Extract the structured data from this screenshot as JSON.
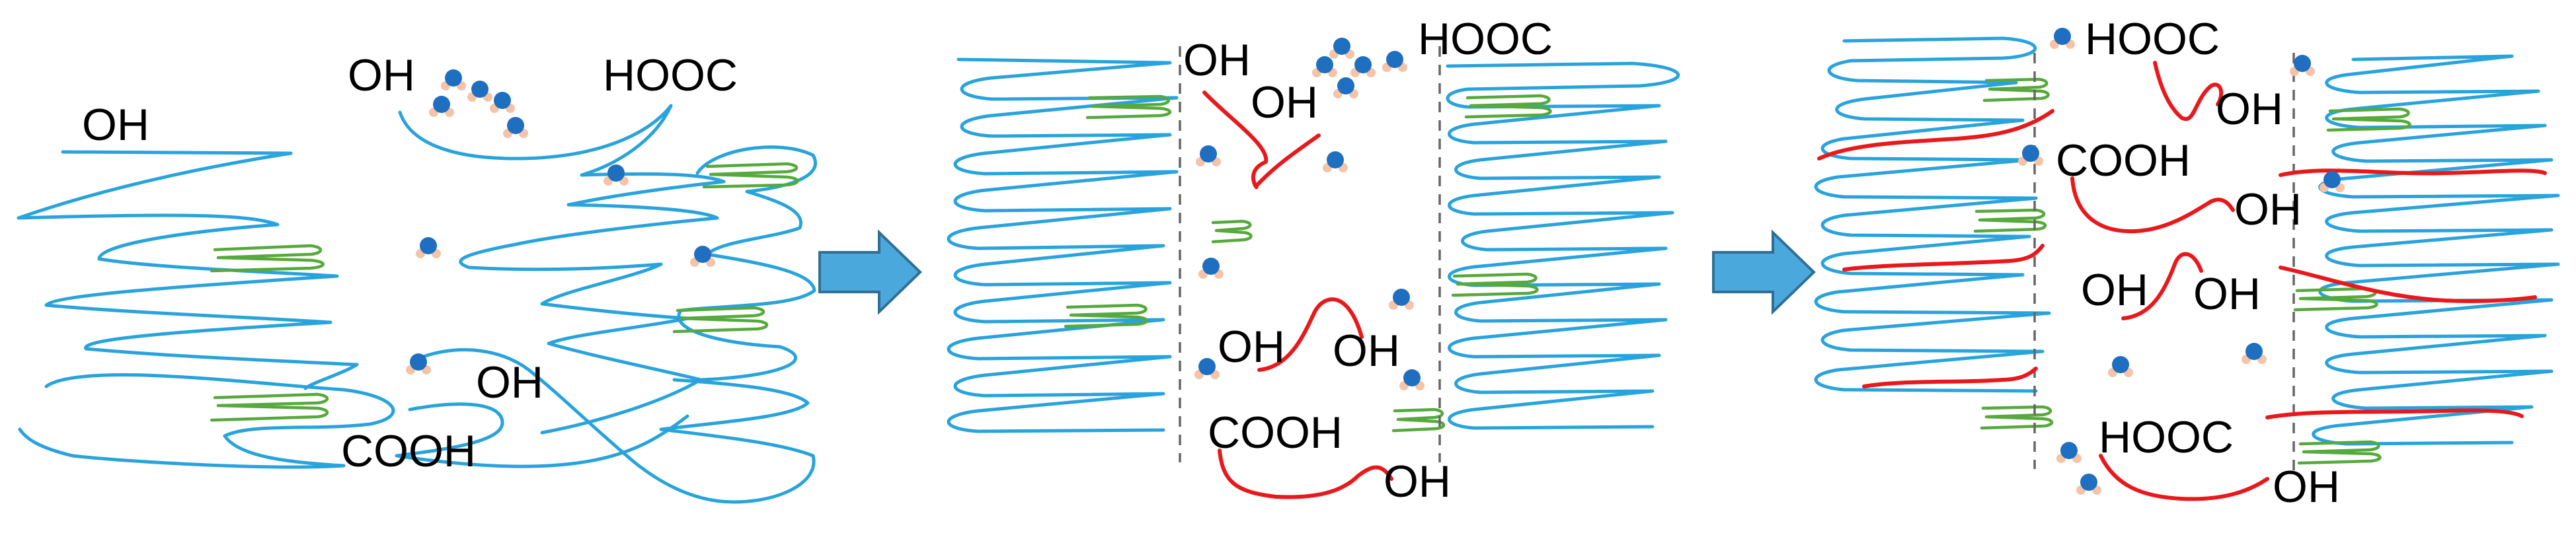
{
  "colors": {
    "amorphous_chain": "#29a3dc",
    "crystalline_chain": "#56a93c",
    "oxidized_chain": "#e8191c",
    "arrow": "#4aa8dc",
    "water_oxygen": "#1e6fbf",
    "water_hydrogen": "#f4c3a8"
  },
  "icons": {
    "arrow": "right-block-arrow",
    "water": "water-molecule",
    "boundary": "dashed-vertical-line"
  },
  "panels": [
    {
      "labels": [
        "OH",
        "OH",
        "HOOC",
        "OH",
        "COOH"
      ]
    },
    {
      "labels": [
        "OH",
        "OH",
        "HOOC",
        "OH",
        "OH",
        "COOH",
        "OH"
      ]
    },
    {
      "labels": [
        "HOOC",
        "OH",
        "COOH",
        "OH",
        "OH",
        "OH",
        "HOOC",
        "OH"
      ]
    }
  ]
}
